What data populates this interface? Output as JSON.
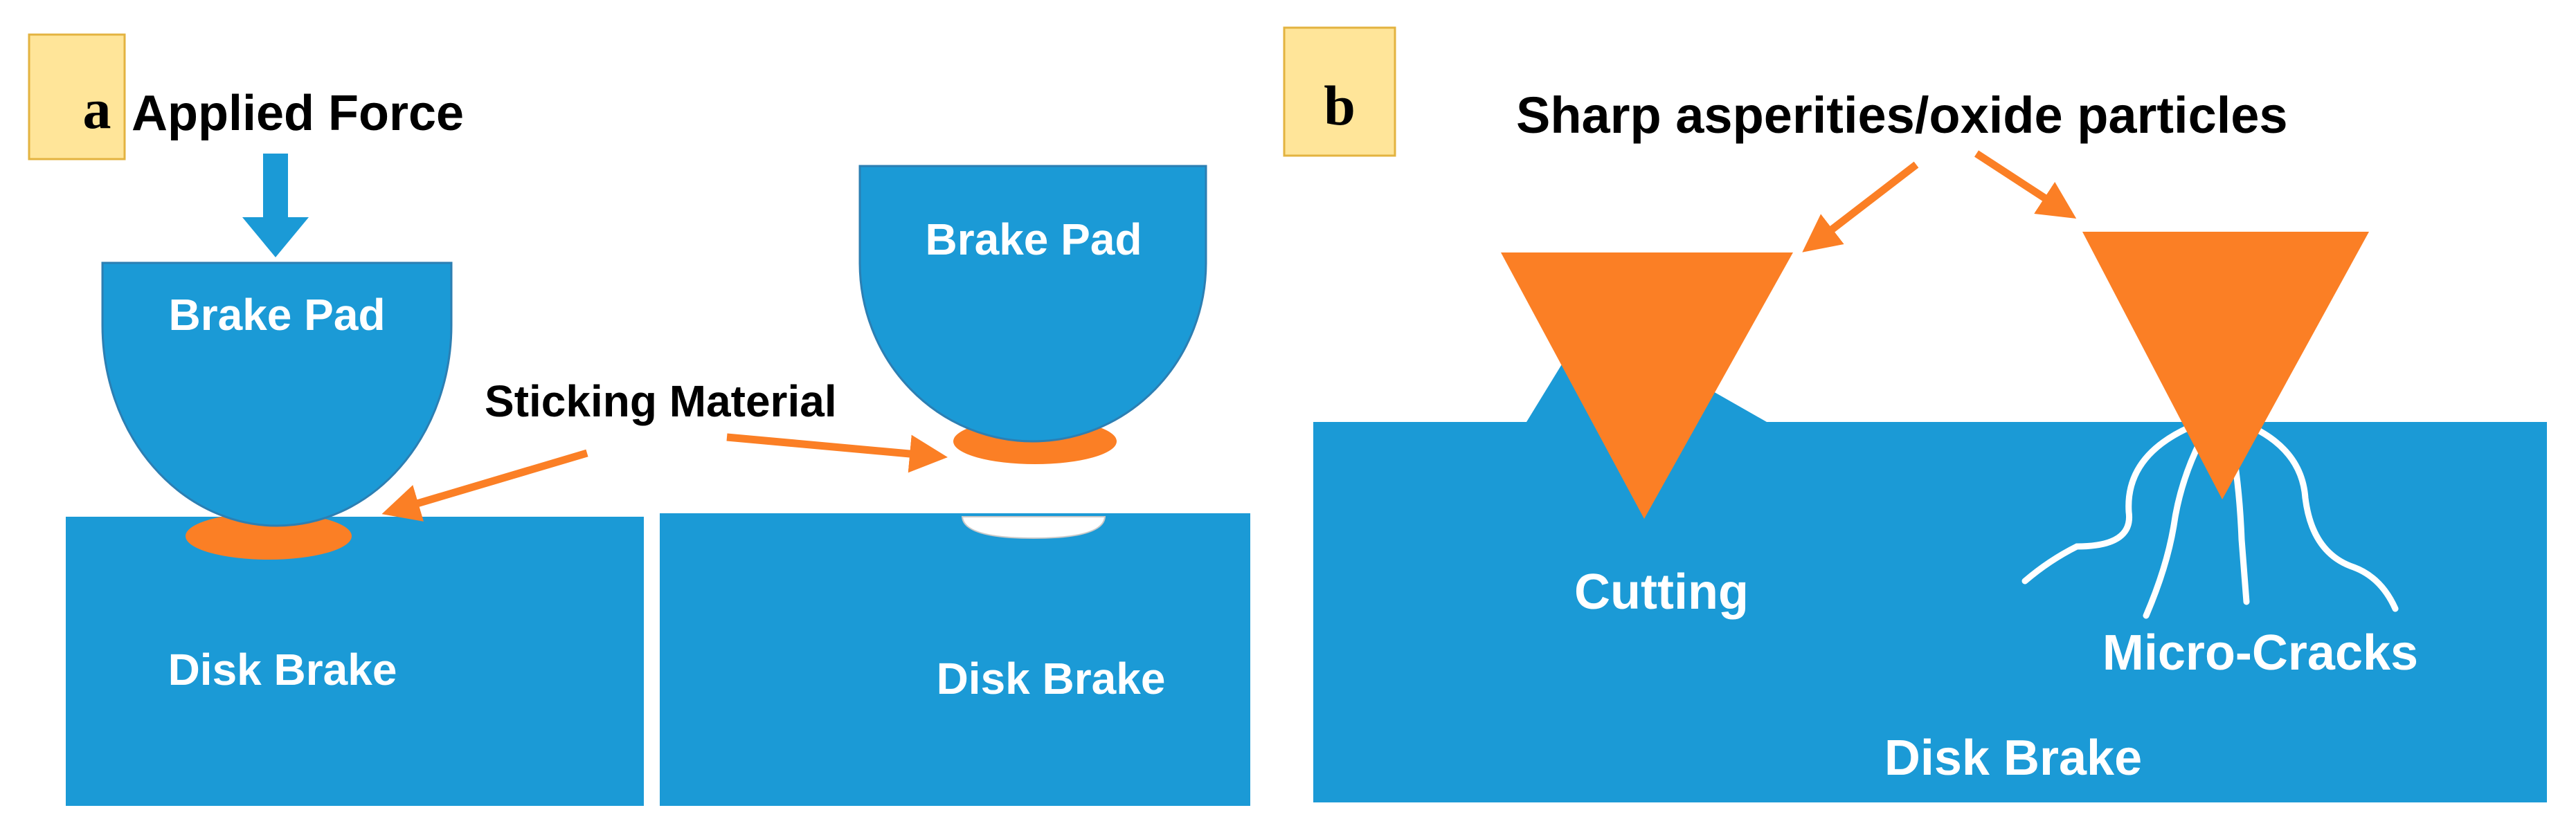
{
  "colors": {
    "blue": "#1b9ad6",
    "orange": "#fb7f25",
    "panel_tag_bg": "#ffe599",
    "panel_tag_border": "#e3b340",
    "text_light": "#ffffff",
    "text_dark": "#000000"
  },
  "panel_a": {
    "tag": "a",
    "applied_force": "Applied Force",
    "brake_pad_left": "Brake Pad",
    "brake_pad_right": "Brake Pad",
    "sticking_material": "Sticking Material",
    "disk_brake_left": "Disk Brake",
    "disk_brake_right": "Disk Brake"
  },
  "panel_b": {
    "tag": "b",
    "particles_label": "Sharp asperities/oxide particles",
    "cutting": "Cutting",
    "micro_cracks": "Micro-Cracks",
    "disk_brake": "Disk Brake"
  }
}
